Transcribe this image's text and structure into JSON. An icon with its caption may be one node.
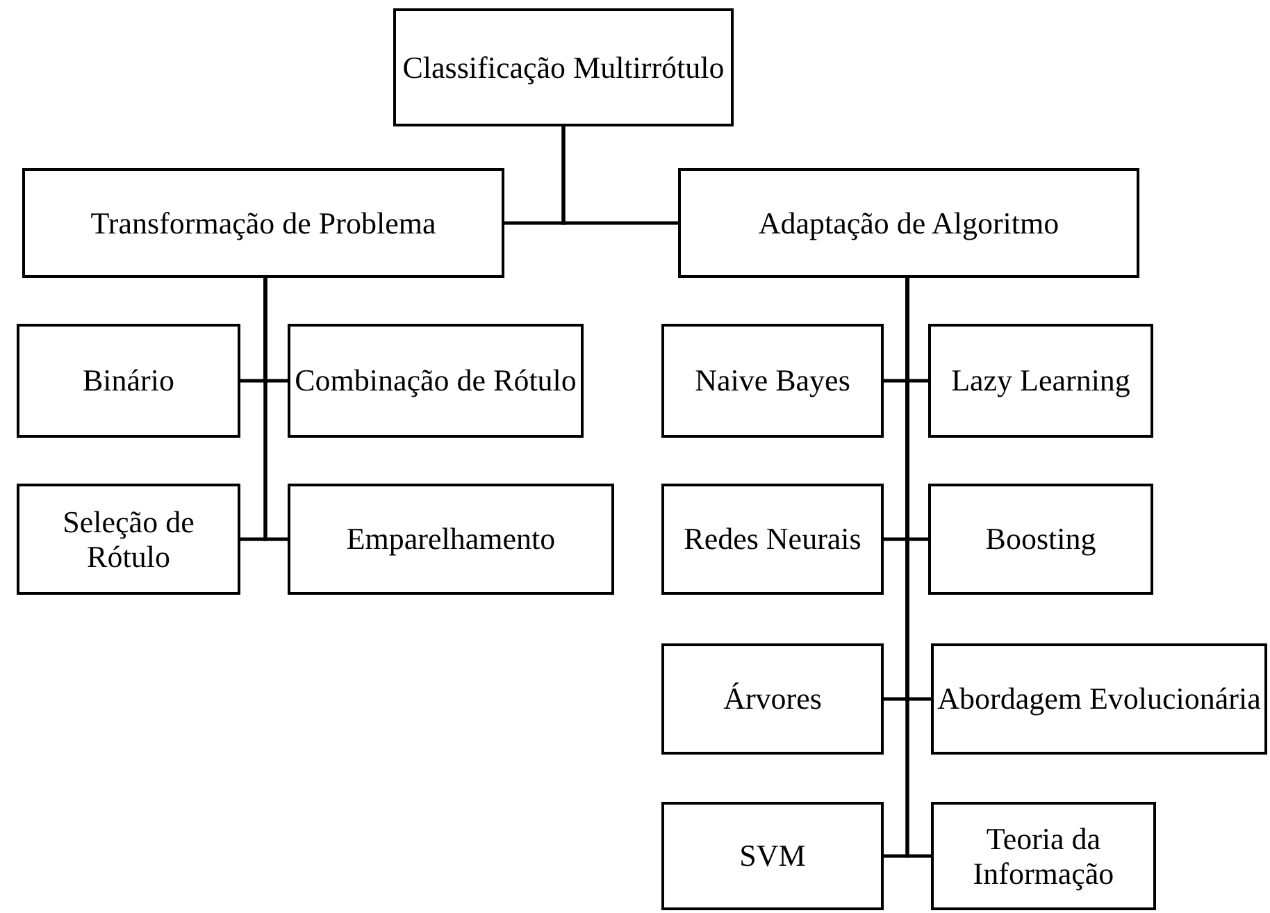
{
  "diagram": {
    "nodes": [
      {
        "text": [
          "Classificação Multirrótulo"
        ]
      },
      {
        "text": [
          "Transformação de Problema"
        ]
      },
      {
        "text": [
          "Adaptação de Algoritmo"
        ]
      },
      {
        "text": [
          "Binário"
        ]
      },
      {
        "text": [
          "Combinação de Rótulo"
        ]
      },
      {
        "text": [
          "Seleção de Rótulo"
        ]
      },
      {
        "text": [
          "Emparelhamento"
        ]
      },
      {
        "text": [
          "Naive Bayes"
        ]
      },
      {
        "text": [
          "Lazy Learning"
        ]
      },
      {
        "text": [
          "Redes Neurais"
        ]
      },
      {
        "text": [
          "Boosting"
        ]
      },
      {
        "text": [
          "Árvores"
        ]
      },
      {
        "text": [
          "Abordagem Evolucionária"
        ]
      },
      {
        "text": [
          "SVM"
        ]
      },
      {
        "text": [
          "Teoria da Informação"
        ]
      }
    ],
    "edges": [
      {
        "from": 0,
        "to": 1,
        "arrow": "none"
      },
      {
        "from": 0,
        "to": 2,
        "arrow": "none"
      },
      {
        "from": 1,
        "to": 3,
        "arrow": "none"
      },
      {
        "from": 1,
        "to": 4,
        "arrow": "none"
      },
      {
        "from": 1,
        "to": 5,
        "arrow": "none"
      },
      {
        "from": 1,
        "to": 6,
        "arrow": "none"
      },
      {
        "from": 2,
        "to": 7,
        "arrow": "none"
      },
      {
        "from": 2,
        "to": 8,
        "arrow": "none"
      },
      {
        "from": 2,
        "to": 9,
        "arrow": "none"
      },
      {
        "from": 2,
        "to": 10,
        "arrow": "none"
      },
      {
        "from": 2,
        "to": 11,
        "arrow": "none"
      },
      {
        "from": 2,
        "to": 12,
        "arrow": "none"
      },
      {
        "from": 2,
        "to": 13,
        "arrow": "none"
      },
      {
        "from": 2,
        "to": 14,
        "arrow": "none"
      }
    ]
  }
}
